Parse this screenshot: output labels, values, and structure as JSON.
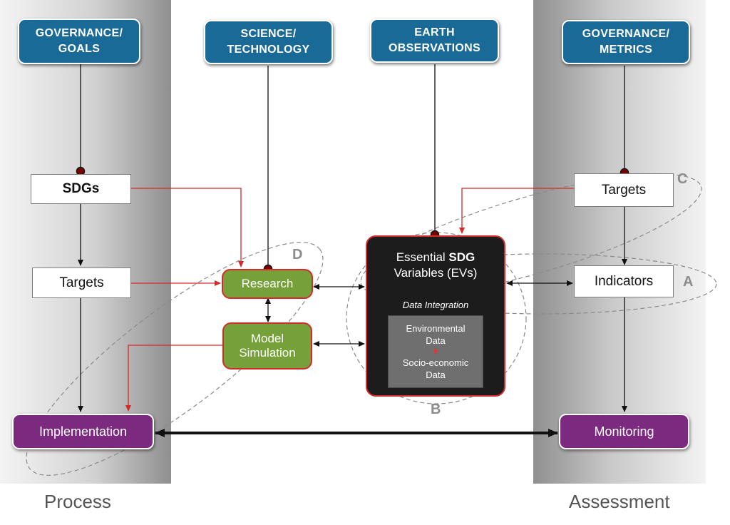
{
  "top_boxes": {
    "gov_goals": [
      "GOVERNANCE/",
      "GOALS"
    ],
    "sci_tech": [
      "SCIENCE/",
      "TECHNOLOGY"
    ],
    "earth_obs": [
      "EARTH",
      "OBSERVATIONS"
    ],
    "gov_metrics": [
      "GOVERNANCE/",
      "METRICS"
    ]
  },
  "process_column": {
    "sdgs": "SDGs",
    "targets": "Targets",
    "implementation": "Implementation"
  },
  "middle": {
    "research": "Research",
    "model_simulation": [
      "Model",
      "Simulation"
    ]
  },
  "essential_variables": {
    "title_prefix": "Essential ",
    "title_bold": "SDG",
    "title_line2": "Variables (EVs)",
    "data_integration": "Data Integration",
    "environmental": [
      "Environmental",
      "Data"
    ],
    "plus": "+",
    "socio_economic": [
      "Socio-economic",
      "Data"
    ]
  },
  "assessment_column": {
    "targets": "Targets",
    "indicators": "Indicators",
    "monitoring": "Monitoring"
  },
  "group_labels": {
    "a": "A",
    "b": "B",
    "c": "C",
    "d": "D"
  },
  "footer": {
    "left": "Process",
    "right": "Assessment"
  },
  "colors": {
    "blue_box": "#1a6a98",
    "green_box": "#76a03a",
    "purple_box": "#7b2a80",
    "red_connector": "#d62a2a",
    "dark_box": "#1c1c1c"
  }
}
